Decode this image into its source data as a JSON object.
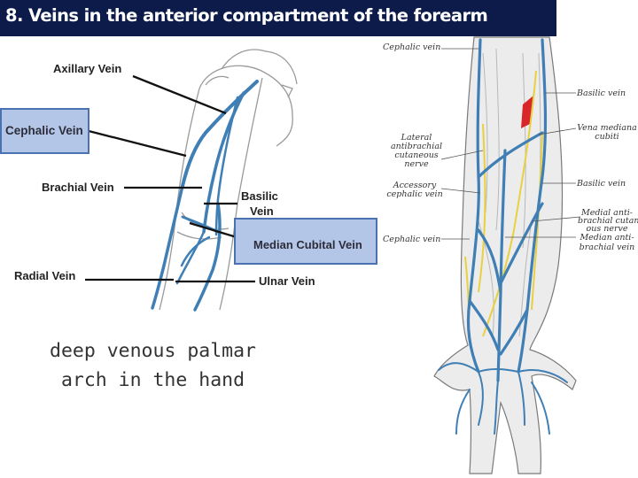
{
  "title": "8. Veins in the anterior compartment of the forearm",
  "left_diagram": {
    "axillary": "Axillary Vein",
    "cephalic": "Cephalic Vein",
    "brachial": "Brachial Vein",
    "basilic_line1": "Basilic",
    "basilic_line2": "Vein",
    "median_cubital": "Median Cubital Vein",
    "radial": "Radial Vein",
    "ulnar": "Ulnar Vein"
  },
  "caption": "deep venous palmar arch in the hand",
  "right_diagram": {
    "cephalic_top": "Cephalic vein",
    "lateral_line1": "Lateral",
    "lateral_line2": "antibrachial",
    "lateral_line3": "cutaneous",
    "lateral_line4": "nerve",
    "accessory_line1": "Accessory",
    "accessory_line2": "cephalic vein",
    "cephalic_lower": "Cephalic vein",
    "basilic_top": "Basilic vein",
    "vena_line1": "Vena mediana",
    "vena_line2": "cubiti",
    "basilic_mid": "Basilic vein",
    "medial_line1": "Medial anti-",
    "medial_line2": "brachial cutane-",
    "medial_line3": "ous nerve",
    "median_line1": "Median anti-",
    "median_line2": "brachial vein"
  },
  "colors": {
    "title_bg": "#0c1b4a",
    "box_fill": "#b4c6e7",
    "box_border": "#4a72b0",
    "vein_blue": "#3f7fb5",
    "nerve_yellow": "#e8d040"
  }
}
